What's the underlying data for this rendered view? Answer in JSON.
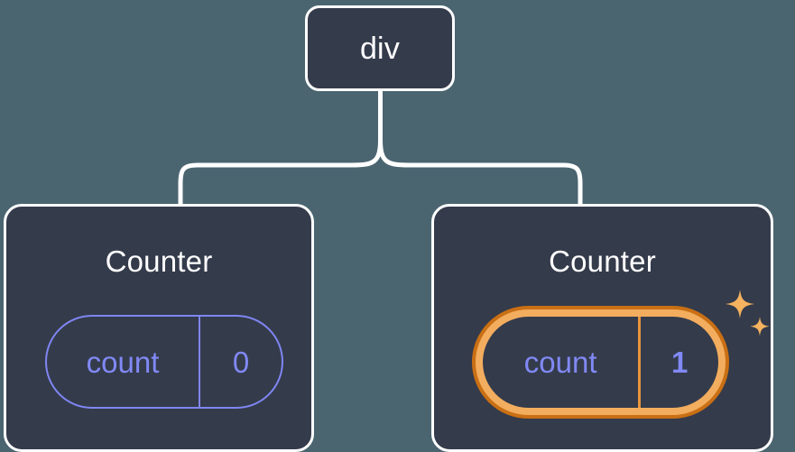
{
  "diagram": {
    "type": "component-tree",
    "background_color": "#4a6570",
    "node_fill_color": "#343b4b",
    "node_border_color": "#ffffff",
    "state_color": "#8189f5",
    "highlight_color": "#f3ad5e",
    "highlight_outline_color": "#c96f14",
    "connector_color": "#ffffff"
  },
  "root": {
    "label": "div"
  },
  "children": [
    {
      "label": "Counter",
      "state": {
        "key": "count",
        "value": "0"
      },
      "highlighted": false
    },
    {
      "label": "Counter",
      "state": {
        "key": "count",
        "value": "1"
      },
      "highlighted": true,
      "sparkle_icons": [
        "sparkle-large",
        "sparkle-small"
      ]
    }
  ]
}
